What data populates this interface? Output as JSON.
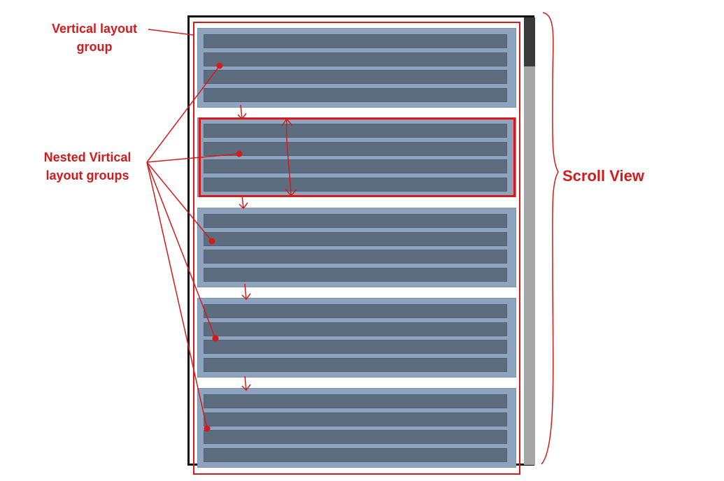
{
  "labels": {
    "vertical_layout_group": "Vertical layout group",
    "nested_groups": "Nested Virtical layout groups",
    "scroll_view": "Scroll View"
  },
  "groups": [
    {
      "rows": 4
    },
    {
      "rows": 4
    },
    {
      "rows": 4
    },
    {
      "rows": 4
    },
    {
      "rows": 4
    }
  ],
  "colors": {
    "annotation": "#d41a1a",
    "group_fill": "#8ea4be",
    "row_fill": "#5d6d80",
    "scrollbar_track": "#a6a6a6",
    "scrollbar_thumb": "#3a3a3a",
    "frame": "#111111"
  }
}
